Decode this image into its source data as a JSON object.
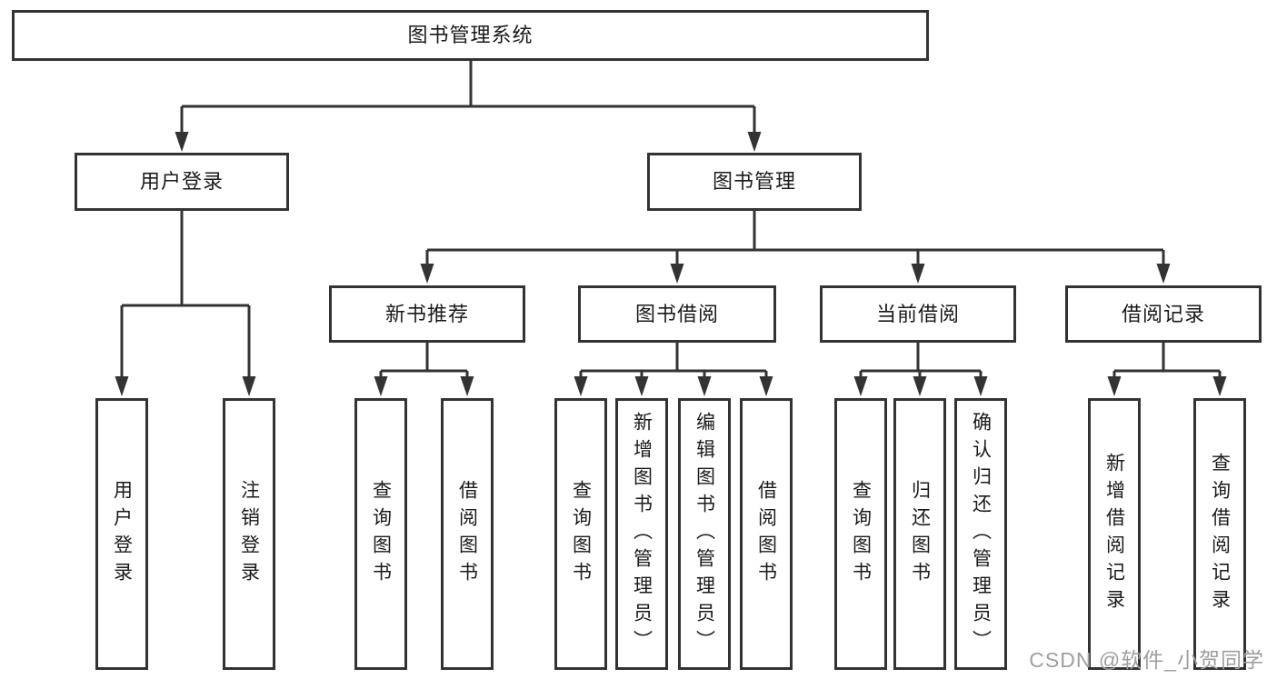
{
  "diagram_title": "图书管理系统",
  "colors": {
    "line": "#333333",
    "text": "#1a1a1a",
    "background": "#ffffff",
    "watermark": "#9e9e9e"
  },
  "tree": {
    "root": {
      "label": "图书管理系统"
    },
    "user_login": {
      "label": "用户登录",
      "children": [
        {
          "label": "用户登录"
        },
        {
          "label": "注销登录"
        }
      ]
    },
    "book_management": {
      "label": "图书管理",
      "sections": [
        {
          "label": "新书推荐",
          "children": [
            {
              "label": "查询图书"
            },
            {
              "label": "借阅图书"
            }
          ]
        },
        {
          "label": "图书借阅",
          "children": [
            {
              "label": "查询图书"
            },
            {
              "label": "新增图书（管理员）"
            },
            {
              "label": "编辑图书（管理员）"
            },
            {
              "label": "借阅图书"
            }
          ]
        },
        {
          "label": "当前借阅",
          "children": [
            {
              "label": "查询图书"
            },
            {
              "label": "归还图书"
            },
            {
              "label": "确认归还（管理员）"
            }
          ]
        },
        {
          "label": "借阅记录",
          "children": [
            {
              "label": "新增借阅记录"
            },
            {
              "label": "查询借阅记录"
            }
          ]
        }
      ]
    }
  },
  "watermark": "CSDN @软件_小贺同学"
}
